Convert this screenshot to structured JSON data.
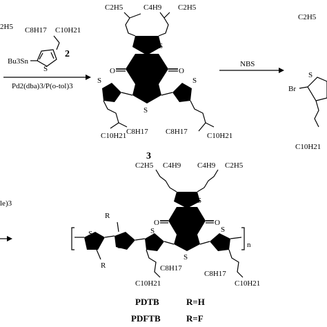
{
  "scheme": {
    "frag_ethyl_left": "2H5",
    "reagent": {
      "substituent": "C8H17",
      "substituent2": "C10H21",
      "stannyl": "Bu3Sn",
      "sulfur": "S",
      "number": "2"
    },
    "step1_conditions": "Pd2(dba)3/P(o-tol)3",
    "compound3": {
      "ethyl_left": "C2H5",
      "butyl": "C4H9",
      "ethyl_right": "C2H5",
      "oxygen": "O",
      "sulfur": "S",
      "octyl": "C8H17",
      "decyl": "C10H21",
      "number": "3"
    },
    "step2_reagent": "NBS",
    "product_fragment": {
      "ethyl": "C2H5",
      "bromine": "Br",
      "sulfur": "S",
      "decyl": "C10H21"
    },
    "step3_fragment": "le)3",
    "polymer": {
      "ethyl_left": "C2H5",
      "butyl_left": "C4H9",
      "butyl_right": "C4H9",
      "ethyl_right": "C2H5",
      "oxygen": "O",
      "sulfur": "S",
      "r_group": "R",
      "octyl": "C8H17",
      "decyl": "C10H21",
      "repeat": "n"
    },
    "labels": [
      {
        "name": "PDTB",
        "r": "R=H"
      },
      {
        "name": "PDFTB",
        "r": "R=F"
      }
    ]
  }
}
